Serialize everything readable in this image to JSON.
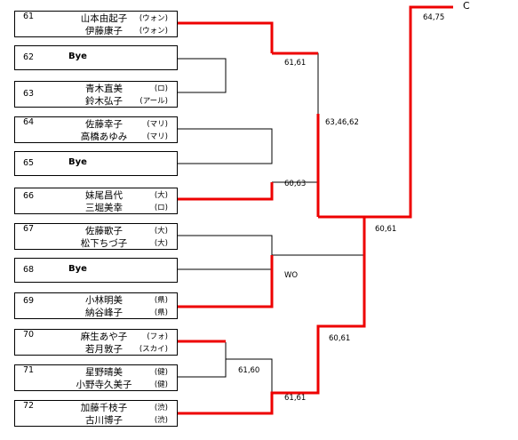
{
  "entries": [
    {
      "seed": "61",
      "player1": "山本由起子",
      "club1": "(ウォン)",
      "player2": "伊藤康子",
      "club2": "(ウォン)"
    },
    {
      "seed": "62",
      "bye": "Bye"
    },
    {
      "seed": "63",
      "player1": "青木直美",
      "club1": "(ロ)",
      "player2": "鈴木弘子",
      "club2": "(アール)"
    },
    {
      "seed": "64",
      "player1": "佐藤幸子",
      "club1": "(マリ)",
      "player2": "高橋あゆみ",
      "club2": "(マリ)"
    },
    {
      "seed": "65",
      "bye": "Bye"
    },
    {
      "seed": "66",
      "player1": "妹尾昌代",
      "club1": "(大)",
      "player2": "三堀美幸",
      "club2": "(ロ)"
    },
    {
      "seed": "67",
      "player1": "佐藤歌子",
      "club1": "(大)",
      "player2": "松下ちづ子",
      "club2": "(大)"
    },
    {
      "seed": "68",
      "bye": "Bye"
    },
    {
      "seed": "69",
      "player1": "小林明美",
      "club1": "(県)",
      "player2": "納谷峰子",
      "club2": "(県)"
    },
    {
      "seed": "70",
      "player1": "麻生あや子",
      "club1": "(フォ)",
      "player2": "若月敦子",
      "club2": "(スカイ)"
    },
    {
      "seed": "71",
      "player1": "星野晴美",
      "club1": "(健)",
      "player2": "小野寺久美子",
      "club2": "(健)"
    },
    {
      "seed": "72",
      "player1": "加藤千枝子",
      "club1": "(渋)",
      "player2": "古川博子",
      "club2": "(渋)"
    }
  ],
  "scores": {
    "r2_top": "61,61",
    "r2_mid": "60,63",
    "r2_wo": "WO",
    "r1_70_71": "61,60",
    "r2_bottom": "61,61",
    "r3_top": "63,46,62",
    "r3_bottom": "60,61",
    "r4": "60,61",
    "final": "64,75"
  },
  "final_label": "C",
  "colors": {
    "win": "#ee0000",
    "line": "#000000"
  }
}
